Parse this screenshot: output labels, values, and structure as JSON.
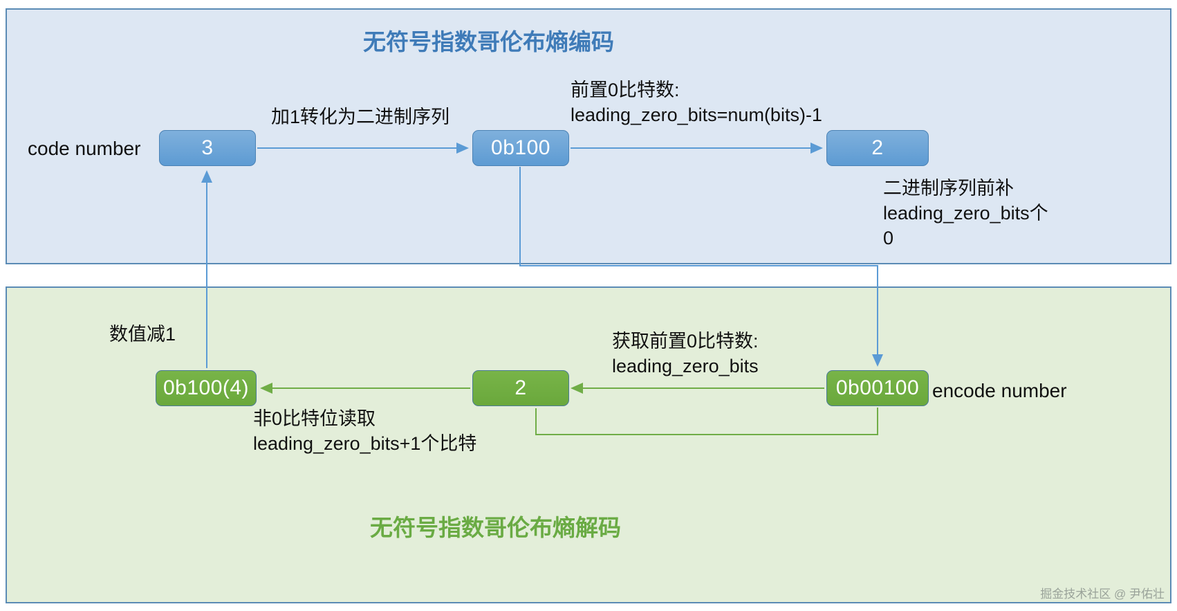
{
  "diagram": {
    "encode": {
      "title": "无符号指数哥伦布熵编码",
      "input_label": "code number",
      "nodes": {
        "code_number": "3",
        "binary": "0b100",
        "leading_zero_bits": "2"
      },
      "captions": {
        "add_one": "加1转化为二进制序列",
        "leading_zero_line1": "前置0比特数:",
        "leading_zero_line2": "leading_zero_bits=num(bits)-1",
        "prepend_line1": "二进制序列前补",
        "prepend_line2": "leading_zero_bits个",
        "prepend_line3": "0"
      },
      "colors": {
        "panel_bg": "#dde7f3",
        "panel_border": "#5b8bb5",
        "node_fill": "#5d9bd3",
        "title": "#3f7bb8",
        "arrow": "#5b9bd5"
      }
    },
    "decode": {
      "title": "无符号指数哥伦布熵解码",
      "input_label": "encode number",
      "nodes": {
        "encoded": "0b00100",
        "leading_zero_bits": "2",
        "decoded": "0b100(4)"
      },
      "captions": {
        "get_lzb_line1": "获取前置0比特数:",
        "get_lzb_line2": "leading_zero_bits",
        "read_bits_line1": "非0比特位读取",
        "read_bits_line2": "leading_zero_bits+1个比特",
        "minus_one": "数值减1"
      },
      "colors": {
        "panel_bg": "#e3eed9",
        "panel_border": "#5b8bb5",
        "node_fill": "#6aa83c",
        "title": "#6aab44",
        "arrow": "#70ad47"
      }
    },
    "watermark": "掘金技术社区 @ 尹佑壮"
  }
}
